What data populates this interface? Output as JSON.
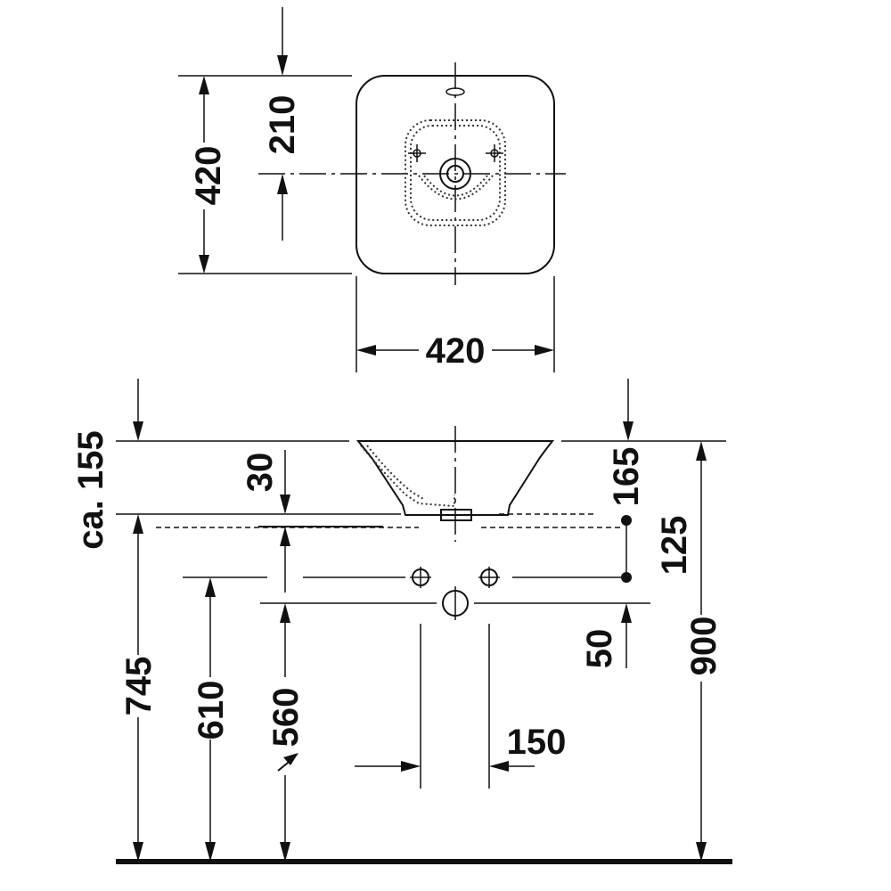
{
  "plan_view": {
    "basin_width": "420",
    "basin_depth": "420",
    "center_offset": "210"
  },
  "side_view": {
    "height_approx": "ca. 155",
    "rim_thickness": "30",
    "tap_height": "165",
    "hole_spacing_vertical": "125",
    "waste_offset": "50",
    "total_height": "900",
    "floor_to_counter": "745",
    "supply_height": "610",
    "waste_height": "560",
    "supply_spacing": "150"
  }
}
